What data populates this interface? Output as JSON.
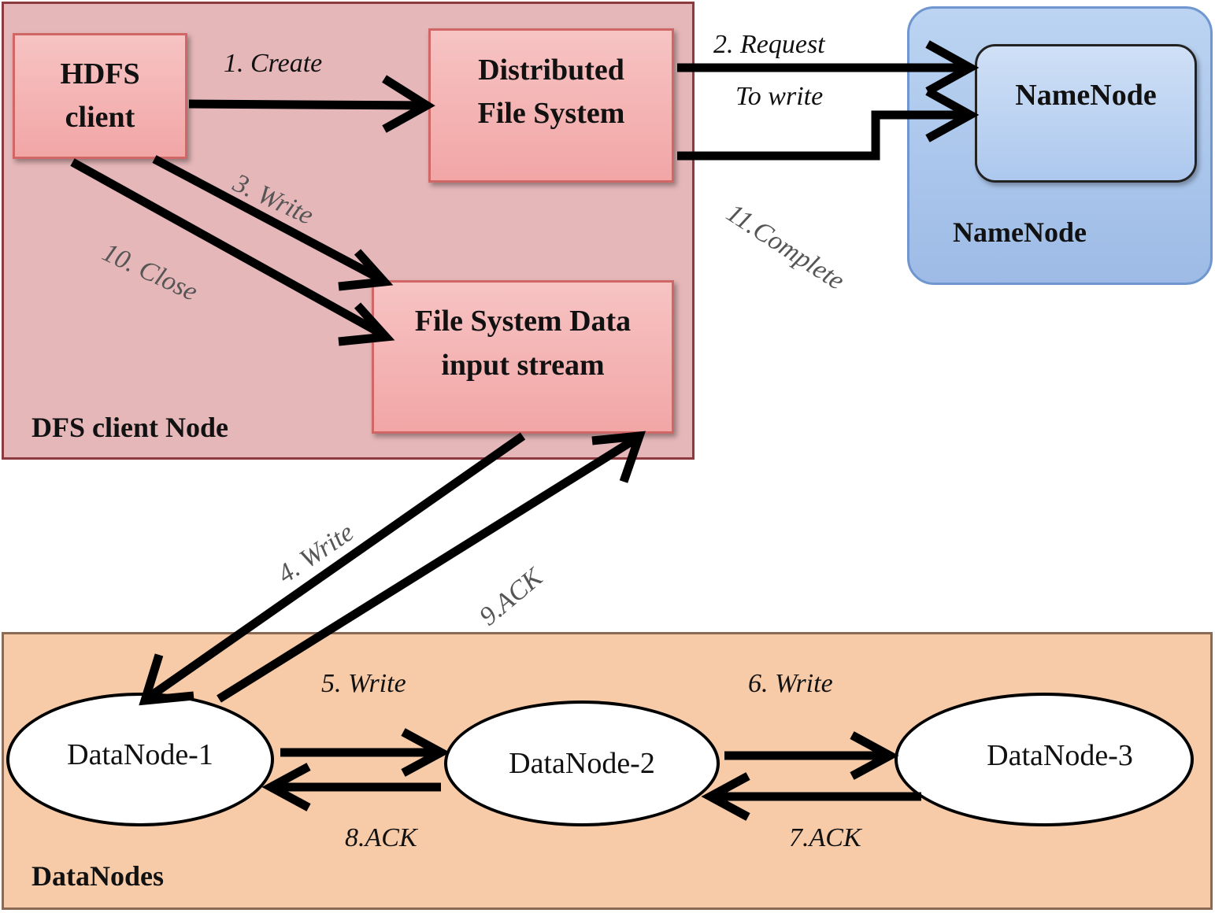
{
  "containers": {
    "dfs_client_node": "DFS client Node",
    "namenode_group": "NameNode",
    "datanodes": "DataNodes"
  },
  "boxes": {
    "hdfs_client": [
      "HDFS",
      "client"
    ],
    "distributed_fs": [
      "Distributed",
      "File System"
    ],
    "fs_data_stream": [
      "File System Data",
      "input stream"
    ],
    "namenode": "NameNode"
  },
  "datanodes": [
    "DataNode-1",
    "DataNode-2",
    "DataNode-3"
  ],
  "steps": {
    "create": "1. Create",
    "request": "2.  Request",
    "to_write": "To write",
    "write3": "3.   Write",
    "write4": "4. Write",
    "write5": "5. Write",
    "write6": "6. Write",
    "ack7": "7.ACK",
    "ack8": "8.ACK",
    "ack9": "9.ACK",
    "close": "10. Close",
    "complete": "11.Complete"
  },
  "colors": {
    "client_node_bg": "#e5b7b9",
    "pink_box": "#f2a6a6",
    "namenode_bg": "#9dbbe6",
    "datanodes_bg": "#f8cba8",
    "arrow": "#000000"
  }
}
